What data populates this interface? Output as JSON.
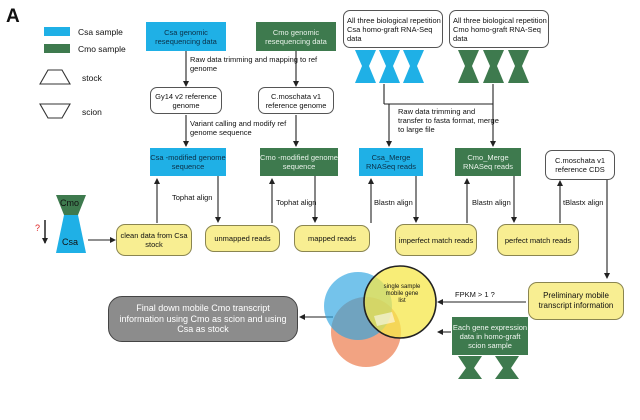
{
  "panel_letter": "A",
  "legend": {
    "csa_sample": "Csa sample",
    "cmo_sample": "Cmo sample",
    "stock": "stock",
    "scion": "scion",
    "csa_color": "#1fb0e6",
    "cmo_color": "#3e7a4e"
  },
  "graft": {
    "top_label": "Cmo",
    "bottom_label": "Csa",
    "question": "?"
  },
  "boxes": {
    "csa_genomic": "Csa genomic resequencing data",
    "cmo_genomic": "Cmo genomic resequencing data",
    "csa_rnaseq": "All three biological repetition Csa homo-graft RNA-Seq data",
    "cmo_rnaseq": "All three biological repetition Cmo homo-graft RNA-Seq data",
    "gy14": "Gy14 v2 reference genome",
    "cmoschata_genome": "C.moschata v1 reference genome",
    "csa_modified": "Csa -modified genome sequence",
    "cmo_modified": "Cmo -modified genome sequence",
    "csa_merge": "Csa_Merge RNASeq reads",
    "cmo_merge": "Cmo_Merge RNASeq reads",
    "cmoschata_cds": "C.moschata v1 reference CDS",
    "clean_data": "clean data from Csa stock",
    "unmapped": "unmapped reads",
    "mapped": "mapped reads",
    "imperfect": "imperfect match reads",
    "perfect": "perfect match reads",
    "preliminary": "Preliminary mobile transcript information",
    "expression": "Each gene expression data in homo-graft scion sample",
    "final": "Final down mobile Cmo transcript information using Cmo as scion and using Csa as stock",
    "venn_label": "single sample mobile gene list"
  },
  "labels": {
    "raw_trim_map": "Raw data trimming and mapping to ref genome",
    "variant_calling": "Variant calling and modify ref genome sequence",
    "raw_trim_transfer": "Raw data trimming and transfer to fasta format, merge to  large file",
    "tophat1": "Tophat align",
    "tophat2": "Tophat align",
    "blastn1": "Blastn align",
    "blastn2": "Blastn align",
    "tblastx": "tBlastx align",
    "fpkm": "FPKM > 1 ?"
  }
}
